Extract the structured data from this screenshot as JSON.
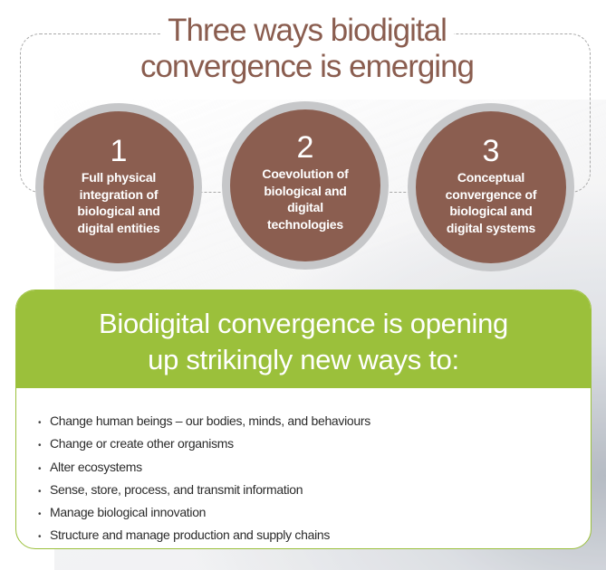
{
  "header": {
    "title_line1": "Three ways biodigital",
    "title_line2": "convergence is emerging"
  },
  "ways": [
    {
      "number": "1",
      "text": "Full physical integration of biological and digital entities"
    },
    {
      "number": "2",
      "text": "Coevolution of biological and digital technologies"
    },
    {
      "number": "3",
      "text": "Conceptual convergence of biological and digital systems"
    }
  ],
  "panel": {
    "heading_line1": "Biodigital convergence is opening",
    "heading_line2": "up strikingly new ways to:",
    "bullets": [
      "Change human beings – our bodies, minds, and behaviours",
      "Change or create other organisms",
      "Alter ecosystems",
      "Sense, store, process, and transmit information",
      "Manage biological innovation",
      "Structure and manage production and supply chains"
    ]
  },
  "colors": {
    "brown": "#8b5e50",
    "green": "#9bc03b",
    "ring": "#c6c7c9"
  }
}
